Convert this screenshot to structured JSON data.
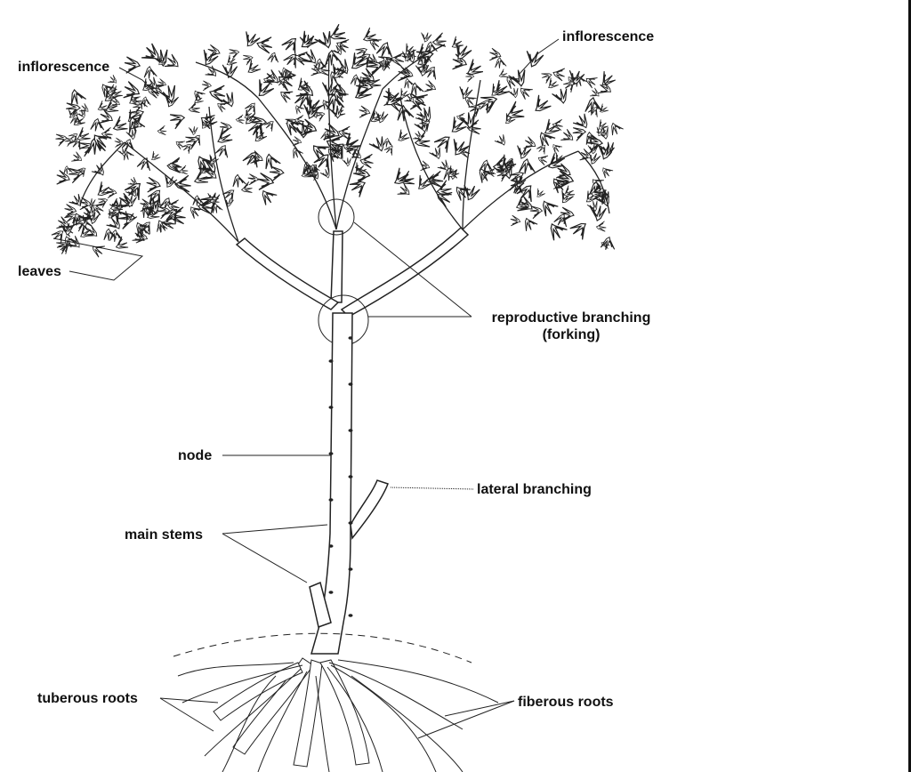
{
  "labels": {
    "inflorescence_left": "inflorescence",
    "inflorescence_right": "inflorescence",
    "leaves": "leaves",
    "reproductive_branching_line1": "reproductive branching",
    "reproductive_branching_line2": "(forking)",
    "node": "node",
    "lateral_branching": "lateral branching",
    "main_stems": "main stems",
    "tuberous_roots": "tuberous roots",
    "fiberous_roots": "fiberous roots"
  },
  "colors": {
    "line": "#222222",
    "background": "#ffffff"
  }
}
